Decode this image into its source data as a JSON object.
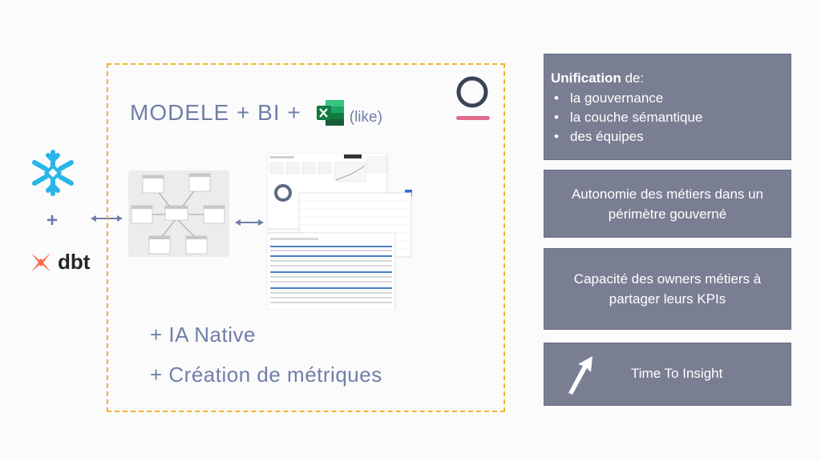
{
  "left": {
    "plus": "+",
    "dbt_label": "dbt"
  },
  "main": {
    "title": "MODELE + BI +",
    "like": "(like)",
    "features": [
      "+ IA Native",
      "+ Création de métriques"
    ]
  },
  "cards": {
    "unification": {
      "bold": "Unification",
      "rest": " de:",
      "items": [
        "la gouvernance",
        "la couche sémantique",
        "des équipes"
      ]
    },
    "autonomie": "Autonomie des métiers dans un périmètre gouverné",
    "capacite": "Capacité des owners métiers à partager leurs KPIs",
    "time": "Time To Insight"
  },
  "colors": {
    "accent_text": "#6f7fa9",
    "card_bg": "#7a7e93",
    "dashed_border": "#f2b52a",
    "snowflake": "#29b5e8",
    "dbt": "#ff694a",
    "excel": "#1f7a45",
    "omni_pink": "#e06b8d"
  },
  "icons": [
    "snowflake-icon",
    "dbt-icon",
    "excel-icon",
    "omni-logo",
    "trend-arrow-icon"
  ]
}
